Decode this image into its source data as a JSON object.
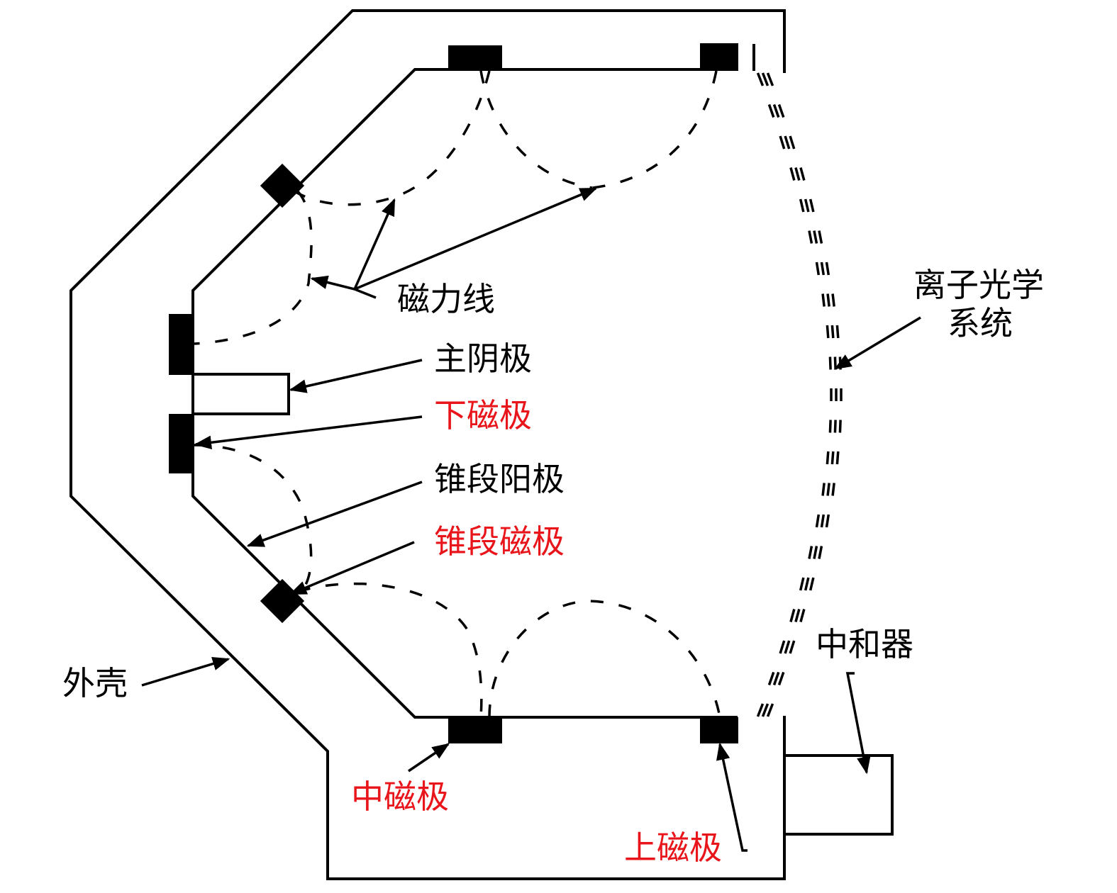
{
  "title": "离子源结构示意图",
  "colors": {
    "line": "#000000",
    "highlight": "#e8151b"
  },
  "labels": {
    "field_lines": "磁力线",
    "main_cathode": "主阴极",
    "lower_pole": "下磁极",
    "cone_anode": "锥段阳极",
    "cone_pole": "锥段磁极",
    "ion_optics_line1": "离子光学",
    "ion_optics_line2": "系统",
    "neutralizer": "中和器",
    "shell": "外壳",
    "middle_pole": "中磁极",
    "upper_pole": "上磁极"
  },
  "label_colors": {
    "field_lines": "black",
    "main_cathode": "black",
    "lower_pole": "red",
    "cone_anode": "black",
    "cone_pole": "red",
    "ion_optics": "black",
    "neutralizer": "black",
    "shell": "black",
    "middle_pole": "red",
    "upper_pole": "red"
  }
}
